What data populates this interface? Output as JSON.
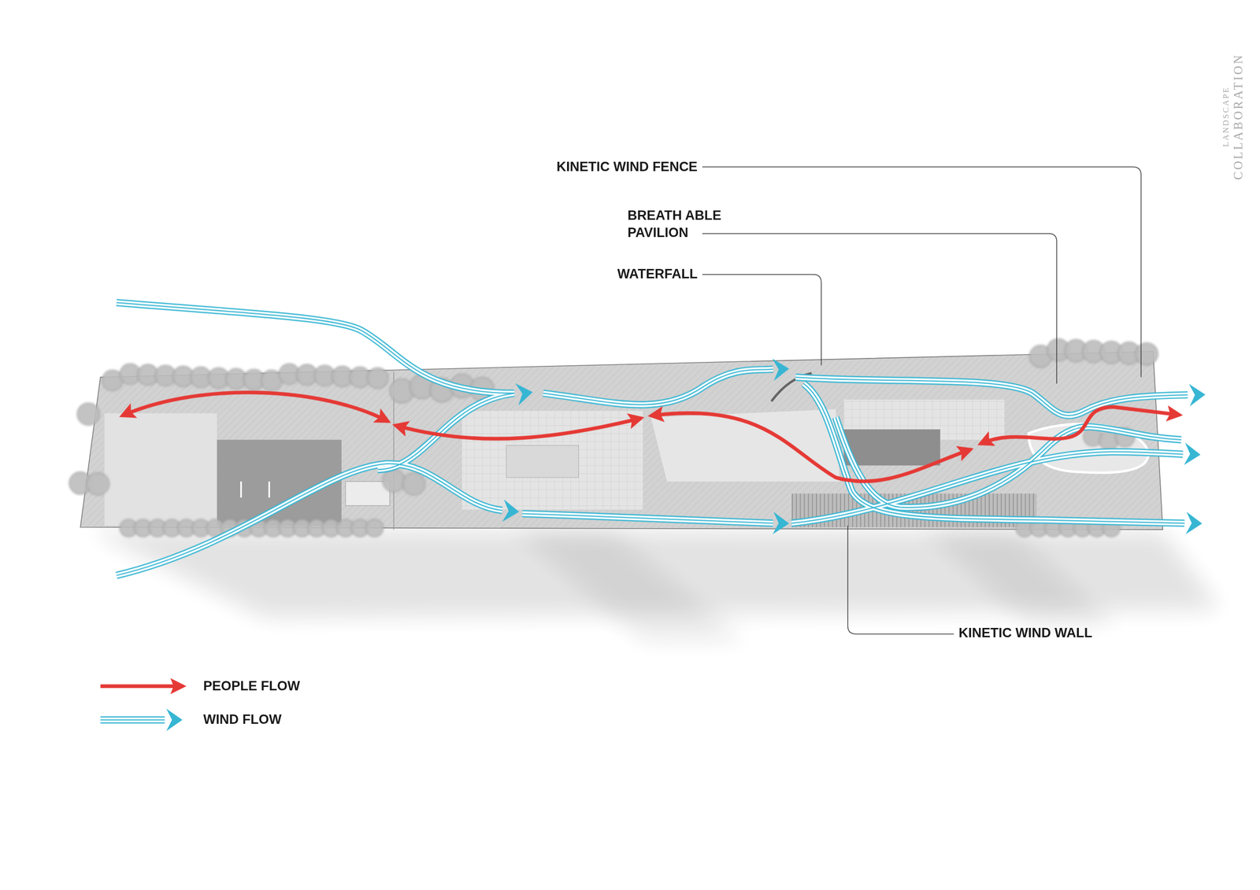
{
  "diagram": {
    "labels": [
      "KINETIC WIND FENCE",
      "BREATH ABLE PAVILION",
      "WATERFALL",
      "KINETIC WIND WALL",
      "LANDSCAPE",
      "COLLABORATION"
    ],
    "legend": [
      {
        "text": "PEOPLE FLOW"
      },
      {
        "text": "WIND FLOW"
      }
    ]
  }
}
